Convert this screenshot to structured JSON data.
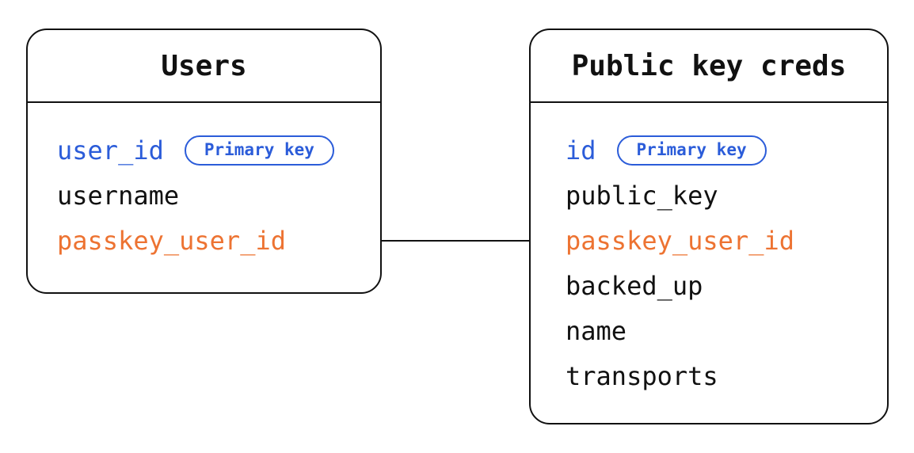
{
  "colors": {
    "border": "#111111",
    "field_default": "#111111",
    "primary_key_blue": "#2b5cd9",
    "foreign_key_orange": "#ed7332",
    "background": "#ffffff"
  },
  "tables": [
    {
      "title": "Users",
      "fields": [
        {
          "name": "user_id",
          "role": "primary-key",
          "badge": "Primary key"
        },
        {
          "name": "username",
          "role": "default"
        },
        {
          "name": "passkey_user_id",
          "role": "foreign-key"
        }
      ]
    },
    {
      "title": "Public key creds",
      "fields": [
        {
          "name": "id",
          "role": "primary-key",
          "badge": "Primary key"
        },
        {
          "name": "public_key",
          "role": "default"
        },
        {
          "name": "passkey_user_id",
          "role": "foreign-key"
        },
        {
          "name": "backed_up",
          "role": "default"
        },
        {
          "name": "name",
          "role": "default"
        },
        {
          "name": "transports",
          "role": "default"
        }
      ]
    }
  ],
  "relationship": {
    "from_table": "Users",
    "from_field": "passkey_user_id",
    "to_table": "Public key creds",
    "to_field": "passkey_user_id"
  }
}
